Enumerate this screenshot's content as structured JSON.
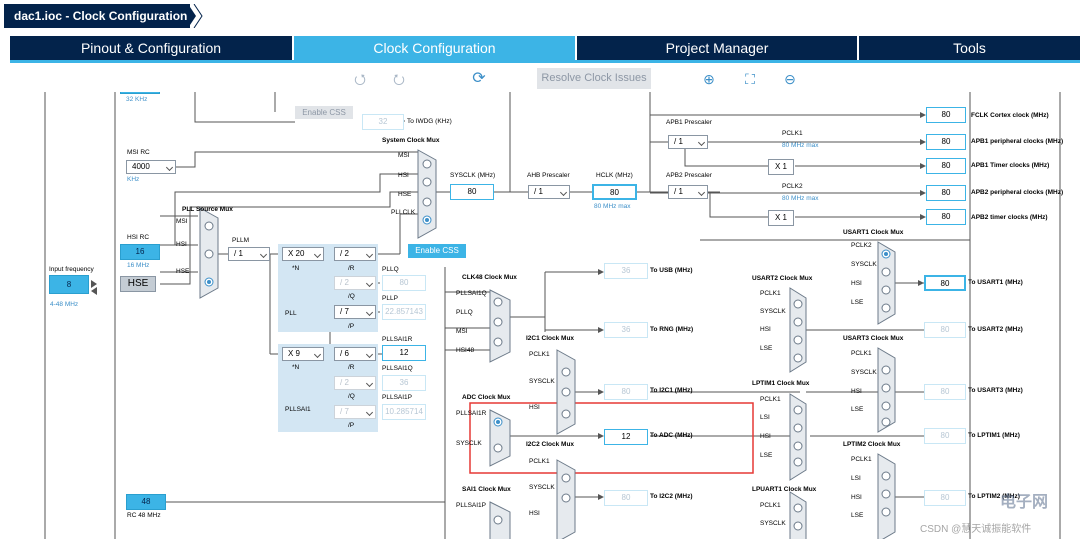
{
  "title": "dac1.ioc - Clock Configuration",
  "tabs": [
    "Pinout & Configuration",
    "Clock Configuration",
    "Project Manager",
    "Tools"
  ],
  "toolbar": {
    "undo": "⭯",
    "redo": "⭮",
    "refresh": "⟳",
    "resolve": "Resolve Clock Issues",
    "zoom_in": "⊕",
    "fit": "⛶",
    "zoom_out": "⊖"
  },
  "lse": {
    "freq": "32 KHz"
  },
  "iwdg": {
    "css": "Enable CSS",
    "value": "32",
    "label": "To IWDG (KHz)"
  },
  "msi": {
    "title": "MSI RC",
    "value": "4000",
    "unit": "KHz"
  },
  "hsi": {
    "title": "HSI RC",
    "value": "16",
    "unit": "16 MHz"
  },
  "hse": {
    "label": "HSE",
    "input_title": "Input frequency",
    "value": "8",
    "range": "4-48 MHz"
  },
  "hsi48": {
    "value": "48",
    "title": "RC 48 MHz"
  },
  "sysmux": {
    "title": "System Clock Mux",
    "inputs": [
      "MSI",
      "HSI",
      "HSE",
      "PLLCLK"
    ],
    "css": "Enable CSS"
  },
  "pllsrc": {
    "title": "PLL Source Mux",
    "inputs": [
      "MSI",
      "HSI",
      "HSE"
    ]
  },
  "pll": {
    "m_label": "PLLM",
    "m": "/ 1",
    "n": "X 20",
    "n_lbl": "*N",
    "r": "/ 2",
    "r_lbl": "/R",
    "q": "/ 2",
    "q_lbl": "/Q",
    "p": "/ 7",
    "p_lbl": "/P",
    "name": "PLL",
    "pllq": "PLLQ",
    "pllq_val": "80",
    "pllp": "PLLP",
    "pllp_val": "22.857143"
  },
  "pllsai1": {
    "n": "X 9",
    "n_lbl": "*N",
    "r": "/ 6",
    "r_lbl": "/R",
    "q": "/ 2",
    "q_lbl": "/Q",
    "p": "/ 7",
    "p_lbl": "/P",
    "name": "PLLSAI1",
    "r_out": "PLLSAI1R",
    "r_val": "12",
    "q_out": "PLLSAI1Q",
    "q_val": "36",
    "p_out": "PLLSAI1P",
    "p_val": "10.285714"
  },
  "sysclk": {
    "label": "SYSCLK (MHz)",
    "value": "80"
  },
  "ahb": {
    "label": "AHB Prescaler",
    "value": "/ 1"
  },
  "hclk": {
    "label": "HCLK (MHz)",
    "value": "80",
    "max": "80 MHz max"
  },
  "apb1": {
    "label": "APB1 Prescaler",
    "value": "/ 1",
    "pclk": "PCLK1",
    "max": "80 MHz max",
    "x": "X 1"
  },
  "apb2": {
    "label": "APB2 Prescaler",
    "value": "/ 1",
    "pclk": "PCLK2",
    "max": "80 MHz max",
    "x": "X 1"
  },
  "outputs": [
    {
      "value": "80",
      "label": "FCLK Cortex clock (MHz)"
    },
    {
      "value": "80",
      "label": "APB1 peripheral clocks (MHz)"
    },
    {
      "value": "80",
      "label": "APB1 Timer clocks (MHz)"
    },
    {
      "value": "80",
      "label": "APB2 peripheral clocks (MHz)"
    },
    {
      "value": "80",
      "label": "APB2 timer clocks (MHz)"
    }
  ],
  "clk48": {
    "title": "CLK48 Clock Mux",
    "inputs": [
      "PLLSAI1Q",
      "PLLQ",
      "MSI",
      "HSI48"
    ],
    "usb": "36",
    "usb_label": "To USB (MHz)",
    "rng": "36",
    "rng_label": "To RNG (MHz)"
  },
  "i2c1": {
    "title": "I2C1 Clock Mux",
    "inputs": [
      "PCLK1",
      "SYSCLK",
      "HSI"
    ],
    "value": "80",
    "label": "To I2C1 (MHz)"
  },
  "adc": {
    "title": "ADC Clock Mux",
    "inputs": [
      "PLLSAI1R",
      "SYSCLK"
    ],
    "value": "12",
    "label": "To ADC (MHz)"
  },
  "i2c2": {
    "title": "I2C2 Clock Mux",
    "inputs": [
      "PCLK1",
      "SYSCLK",
      "HSI"
    ],
    "value": "80",
    "label": "To I2C2 (MHz)"
  },
  "sai1": {
    "title": "SAI1 Clock Mux",
    "inputs": [
      "PLLSAI1P"
    ]
  },
  "usart1": {
    "title": "USART1 Clock Mux",
    "inputs": [
      "PCLK2",
      "SYSCLK",
      "HSI",
      "LSE"
    ],
    "value": "80",
    "label": "To USART1 (MHz)"
  },
  "usart2": {
    "title": "USART2 Clock Mux",
    "inputs": [
      "PCLK1",
      "SYSCLK",
      "HSI",
      "LSE"
    ],
    "value": "80",
    "label": "To USART2 (MHz)"
  },
  "usart3": {
    "title": "USART3 Clock Mux",
    "inputs": [
      "PCLK1",
      "SYSCLK",
      "HSI",
      "LSE"
    ],
    "value": "80",
    "label": "To USART3 (MHz)"
  },
  "lptim1": {
    "title": "LPTIM1 Clock Mux",
    "inputs": [
      "PCLK1",
      "LSI",
      "HSI",
      "LSE"
    ],
    "value": "80",
    "label": "To LPTIM1 (MHz)"
  },
  "lptim2": {
    "title": "LPTIM2 Clock Mux",
    "inputs": [
      "PCLK1",
      "LSI",
      "HSI",
      "LSE"
    ],
    "value": "80",
    "label": "To LPTIM2 (MHz)"
  },
  "lpuart1": {
    "title": "LPUART1 Clock Mux",
    "inputs": [
      "PCLK1",
      "SYSCLK"
    ]
  },
  "watermark": {
    "line1": "电子网",
    "line2": "CSDN @慧天诚振能软件"
  },
  "colors": {
    "navy": "#03234b",
    "accent": "#3cb4e6",
    "pll_bg": "#d3e6f3",
    "highlight": "#e53935"
  }
}
